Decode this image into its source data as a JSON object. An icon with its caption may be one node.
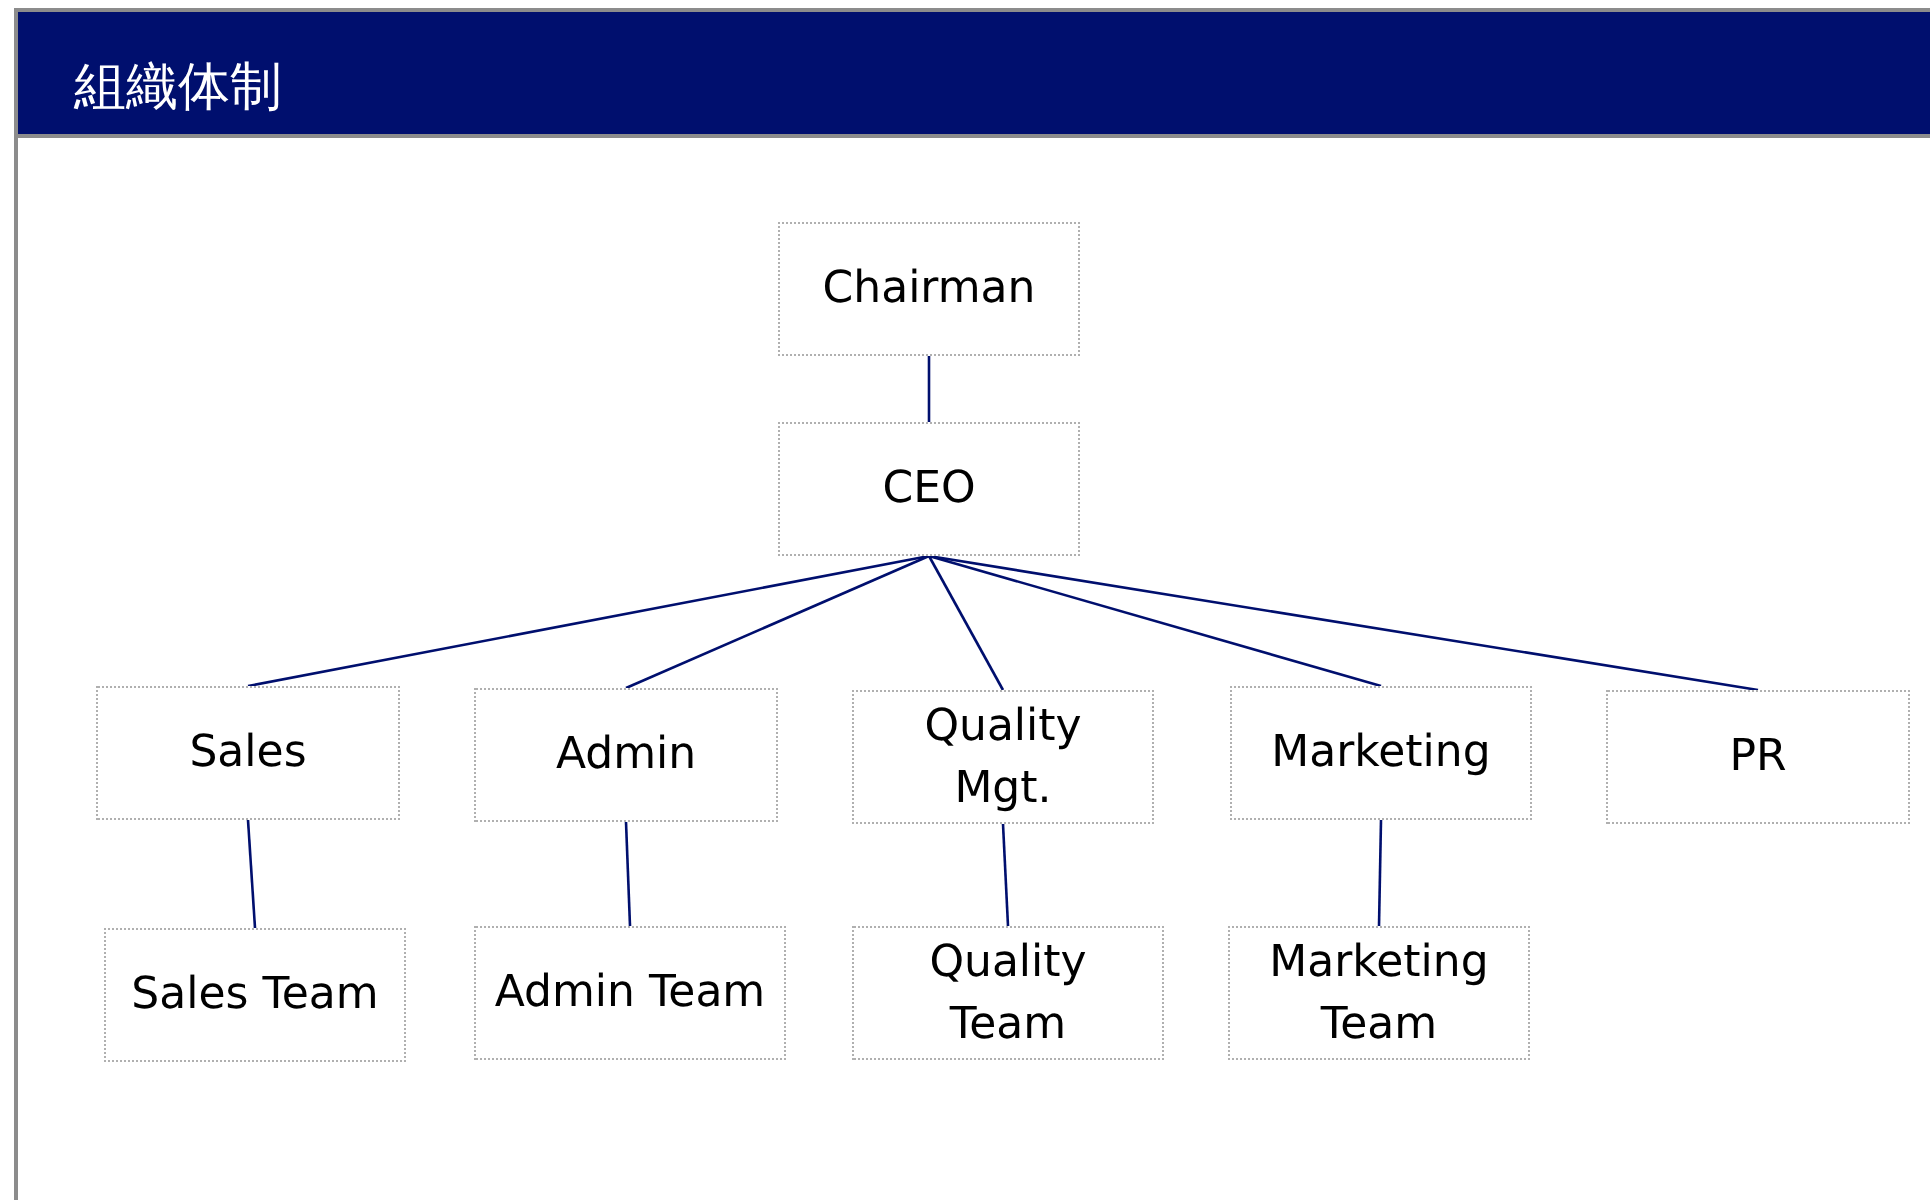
{
  "diagram": {
    "title": "組織体制",
    "nodes": [
      {
        "text": [
          "Chairman"
        ]
      },
      {
        "text": [
          "CEO"
        ]
      },
      {
        "text": [
          "Sales"
        ]
      },
      {
        "text": [
          "Admin"
        ]
      },
      {
        "text": [
          "Quality Mgt."
        ]
      },
      {
        "text": [
          "Marketing"
        ]
      },
      {
        "text": [
          "PR"
        ]
      },
      {
        "text": [
          "Sales Team"
        ]
      },
      {
        "text": [
          "Admin Team"
        ]
      },
      {
        "text": [
          "Quality Team"
        ]
      },
      {
        "text": [
          "Marketing Team"
        ]
      }
    ],
    "edges": [
      {
        "from": 0,
        "to": 1,
        "arrow": "none"
      },
      {
        "from": 1,
        "to": 2,
        "arrow": "none"
      },
      {
        "from": 1,
        "to": 3,
        "arrow": "none"
      },
      {
        "from": 1,
        "to": 4,
        "arrow": "none"
      },
      {
        "from": 1,
        "to": 5,
        "arrow": "none"
      },
      {
        "from": 1,
        "to": 6,
        "arrow": "none"
      },
      {
        "from": 2,
        "to": 7,
        "arrow": "none"
      },
      {
        "from": 3,
        "to": 8,
        "arrow": "none"
      },
      {
        "from": 4,
        "to": 9,
        "arrow": "none"
      },
      {
        "from": 5,
        "to": 10,
        "arrow": "none"
      }
    ]
  }
}
